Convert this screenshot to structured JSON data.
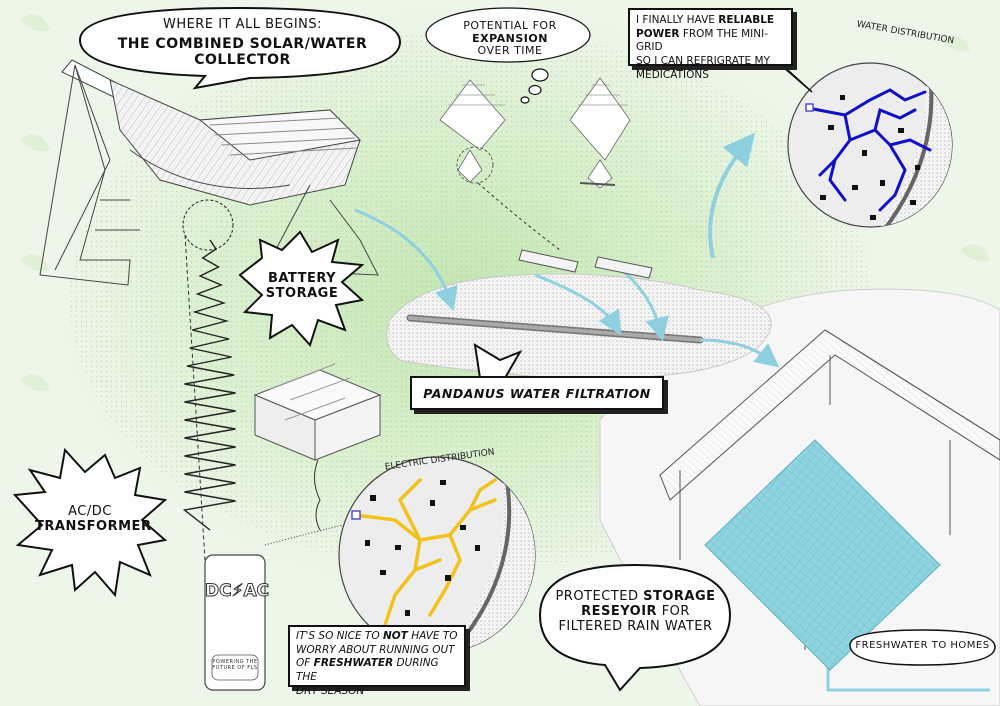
{
  "colors": {
    "background": "#eef6ea",
    "green_glow": "#c9e8b8",
    "arrow": "#8fd0e0",
    "water_distribution": "#1010c8",
    "electric_distribution": "#f2c21a",
    "reservoir": "#8fd4e0"
  },
  "bubbles": {
    "collector_line1": "Where it all begins:",
    "collector_line2": "The combined solar/water collector",
    "expansion_pre": "Potential for",
    "expansion_bold": "expansion",
    "expansion_post": "over time",
    "battery_line1": "Battery",
    "battery_line2": "storage",
    "transformer_line1": "AC/DC",
    "transformer_line2": "Transformer",
    "filtration": "Pandanus water filtration",
    "storage_pre": "Protected",
    "storage_bold1": "Storage",
    "storage_bold2": "Reseyoir",
    "storage_mid": "for",
    "storage_post": "filtered rain water",
    "freshwater": "Freshwater to homes"
  },
  "quotes": {
    "power_line1_pre": "I finally have",
    "power_line1_bold": "Reliable",
    "power_line2_bold": "Power",
    "power_line2_post": "from the mini-grid",
    "power_line3": "so I can refrigrate my",
    "power_line4": "medications",
    "water_line1_pre": "It's so nice to",
    "water_line1_bold": "not",
    "water_line1_post": "have to",
    "water_line2": "worry about running out",
    "water_line3_pre": "of",
    "water_line3_bold": "freshwater",
    "water_line3_post": "during the",
    "water_line4": "dry season"
  },
  "map_labels": {
    "water": "Water distribution",
    "electric": "Electric distribution"
  },
  "device": {
    "logo": "DC⚡AC",
    "tag1": "Powering the",
    "tag2": "future of FLS"
  }
}
